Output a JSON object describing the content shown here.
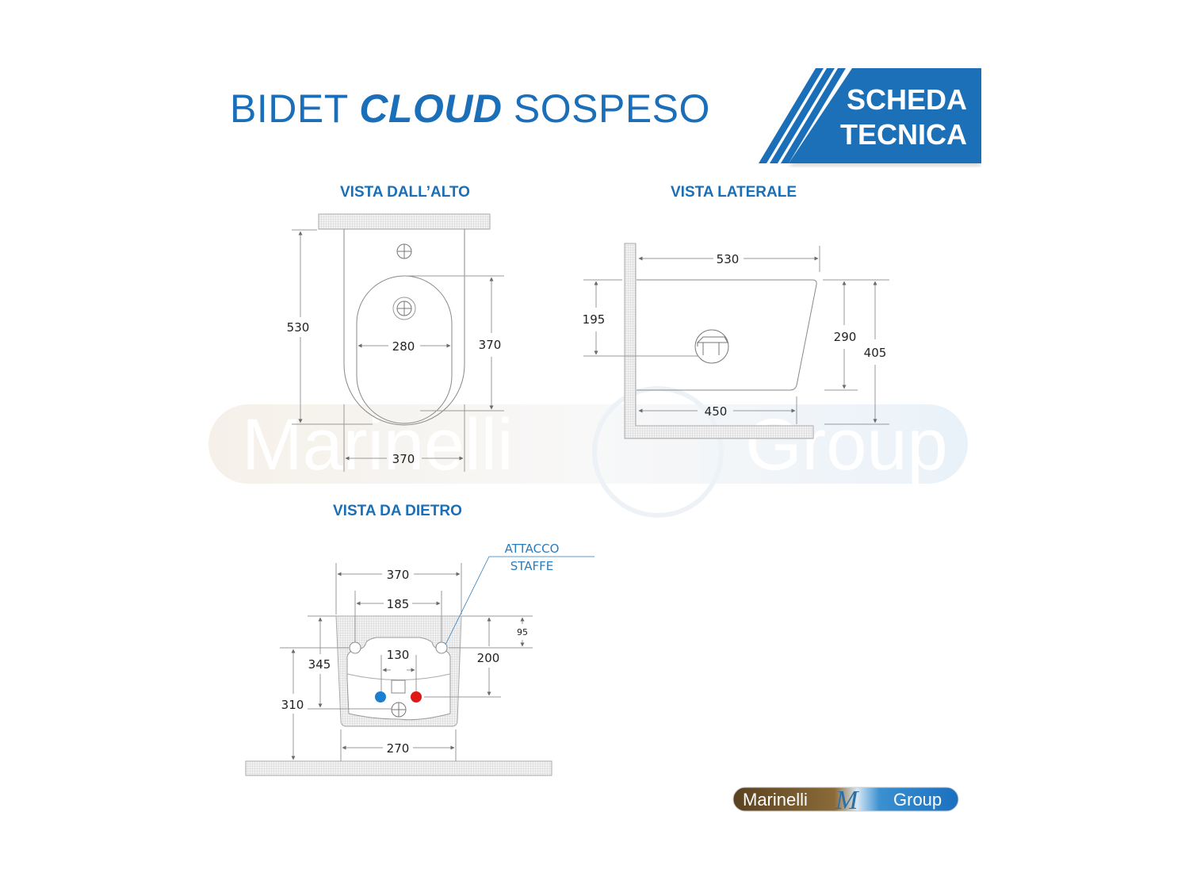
{
  "header": {
    "title_prefix": "BIDET ",
    "title_bold": "CLOUD",
    "title_suffix": " SOSPESO",
    "badge_line1": "SCHEDA",
    "badge_line2": "TECNICA",
    "accent_color": "#1a6fb8"
  },
  "views": {
    "top": {
      "label": "VISTA DALL’ALTO",
      "dims": {
        "depth": "530",
        "basin_width": "280",
        "basin_length": "370",
        "width": "370"
      }
    },
    "side": {
      "label": "VISTA LATERALE",
      "dims": {
        "top_length": "530",
        "bottom_length": "450",
        "drain_height": "195",
        "body_height": "290",
        "floor_height": "405"
      }
    },
    "back": {
      "label": "VISTA DA DIETRO",
      "note_line1": "ATTACCO",
      "note_line2": "STAFFE",
      "dims": {
        "top_width": "370",
        "bracket_spacing": "185",
        "top_to_bracket": "95",
        "supply_spacing": "130",
        "height_345": "345",
        "height_200": "200",
        "floor_to_bracket": "310",
        "bottom_width": "270"
      },
      "pipe_colors": {
        "cold": "#1a7fd0",
        "hot": "#e01818"
      }
    }
  },
  "watermark": {
    "text_left": "Marinelli",
    "text_right": "Group"
  },
  "logo": {
    "text_left": "Marinelli",
    "monogram": "M",
    "text_right": "Group"
  }
}
